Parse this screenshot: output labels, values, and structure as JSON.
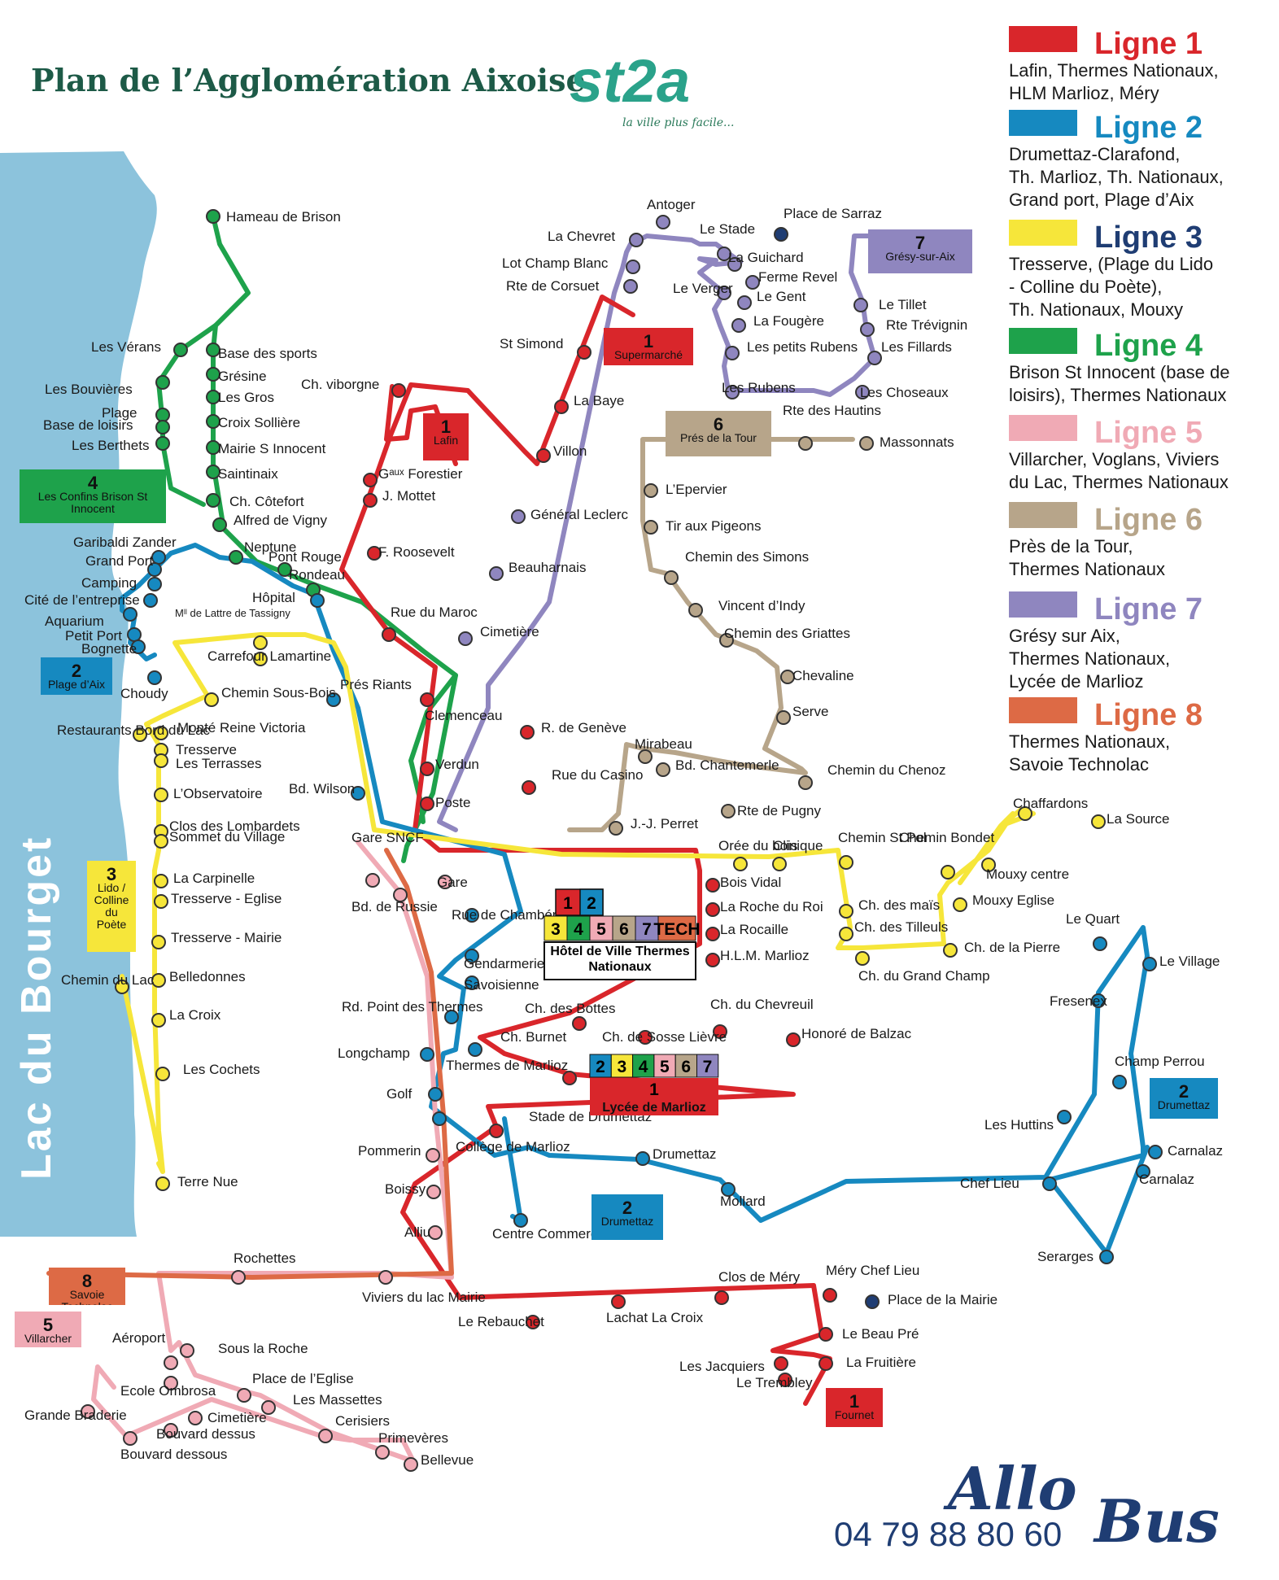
{
  "header": {
    "title": "Plan de l’Agglomération Aixoise",
    "logo_text": "st2a",
    "logo_slogan": "la ville plus facile..."
  },
  "lake": {
    "label": "Lac du Bourget"
  },
  "legend": [
    {
      "line": "Ligne 1",
      "color": "#d9262b",
      "desc": [
        "Lafin, Thermes Nationaux,",
        "HLM Marlioz, Méry"
      ]
    },
    {
      "line": "Ligne 2",
      "color": "#1689c0",
      "desc": [
        "Drumettaz-Clarafond,",
        "Th. Marlioz, Th. Nationaux,",
        "Grand port, Plage d’Aix"
      ]
    },
    {
      "line": "Ligne 3",
      "color": "#f6e63a",
      "desc": [
        "Tresserve, (Plage du Lido",
        "- Colline du Poète),",
        "Th. Nationaux, Mouxy"
      ]
    },
    {
      "line": "Ligne 4",
      "color": "#1ea24b",
      "desc": [
        "Brison St Innocent (base de",
        "loisirs), Thermes Nationaux"
      ]
    },
    {
      "line": "Ligne 5",
      "color": "#f0aab5",
      "desc": [
        "Villarcher, Voglans, Viviers",
        "du Lac, Thermes Nationaux"
      ]
    },
    {
      "line": "Ligne 6",
      "color": "#b7a58a",
      "desc": [
        "Près de la Tour,",
        "Thermes Nationaux"
      ]
    },
    {
      "line": "Ligne 7",
      "color": "#8f86bf",
      "desc": [
        "Grésy sur Aix,",
        "Thermes Nationaux,",
        "Lycée de Marlioz"
      ]
    },
    {
      "line": "Ligne 8",
      "color": "#dd6a45",
      "desc": [
        "Thermes Nationaux,",
        "Savoie Technolac"
      ]
    }
  ],
  "terminus": [
    {
      "num": "1",
      "name": "Supermarché",
      "color": "#d9262b"
    },
    {
      "num": "1",
      "name": "Lafin",
      "color": "#d9262b"
    },
    {
      "num": "1",
      "name": "Fournet",
      "color": "#d9262b"
    },
    {
      "num": "2",
      "name": "Plage d’Aix",
      "color": "#1689c0"
    },
    {
      "num": "2",
      "name": "Drumettaz",
      "color": "#1689c0"
    },
    {
      "num": "2",
      "name": "Drumettaz",
      "color": "#1689c0"
    },
    {
      "num": "3",
      "name": "Lido / Colline du Poète",
      "color": "#f6e63a"
    },
    {
      "num": "4",
      "name": "Les Confins Brison St Innocent",
      "color": "#1ea24b"
    },
    {
      "num": "5",
      "name": "Villarcher",
      "color": "#f0aab5"
    },
    {
      "num": "6",
      "name": "Prés de la Tour",
      "color": "#b7a58a"
    },
    {
      "num": "7",
      "name": "Grésy-sur-Aix",
      "color": "#8f86bf"
    },
    {
      "num": "8",
      "name": "Savoie Technolac",
      "color": "#dd6a45"
    }
  ],
  "hub": {
    "lines_top": [
      "1",
      "2"
    ],
    "lines_bottom": [
      "3",
      "4",
      "5",
      "6",
      "7",
      "TECH"
    ],
    "name": "Hôtel de Ville Thermes Nationaux"
  },
  "lycee": {
    "lines_top": [
      "2",
      "3",
      "4",
      "5",
      "6",
      "7"
    ],
    "num": "1",
    "name": "Lycée de Marlioz"
  },
  "stops": {
    "line4": [
      "Hameau de Brison",
      "Les Vérans",
      "Base des sports",
      "Grésine",
      "Les Gros",
      "Croix Sollière",
      "Mairie S Innocent",
      "Saintinaix",
      "Les Bouvières",
      "Plage",
      "Base de loisirs",
      "Les Berthets",
      "Ch. Côtefort",
      "Alfred de Vigny",
      "Neptune",
      "Pont Rouge",
      "Rondeau"
    ],
    "line2": [
      "Garibaldi Zander",
      "Grand Port",
      "Camping",
      "Cité de l’entreprise",
      "Aquarium",
      "Petit Port",
      "Bognette",
      "Choudy",
      "Hôpital",
      "Prés Riants",
      "Bd. Wilson",
      "Rue de Chambéry",
      "Gendarmerie",
      "Savoisienne",
      "Rd. Point des Thermes",
      "Thermes de Marlioz",
      "Longchamp",
      "Golf",
      "Stade de Drumettaz",
      "Drumettaz",
      "Mollard",
      "Chef Lieu",
      "Les Huttins",
      "Champ Perrou",
      "Fresenex",
      "Le Quart",
      "Le Village",
      "Carnalaz",
      "Carnalaz",
      "Serarges",
      "Centre Commercial"
    ],
    "line3": [
      "Mˡˡ de Lattre de Tassigny",
      "Carrefour Lamartine",
      "Chemin Sous-Bois",
      "Monté Reine Victoria",
      "Restaurants Bord du Lac",
      "Tresserve",
      "Les Terrasses",
      "L’Observatoire",
      "Clos des Lombardets",
      "Sommet du Village",
      "La Carpinelle",
      "Tresserve - Eglise",
      "Tresserve - Mairie",
      "Belledonnes",
      "La Croix",
      "Les Cochets",
      "Terre Nue",
      "Chemin du Lac",
      "Orée du bois",
      "Clinique",
      "Chemin St Pol",
      "Chemin Bondet",
      "Ch. des maïs",
      "Ch. des Tilleuls",
      "Ch. du Grand Champ",
      "Ch. de la Pierre",
      "Mouxy Eglise",
      "Mouxy centre",
      "Chaffardons",
      "La Source"
    ],
    "line1": [
      "St Simond",
      "La Baye",
      "Villon",
      "Ch. viborgne",
      "Gᵃᵘˣ Forestier",
      "J. Mottet",
      "F. Roosevelt",
      "Rue du Maroc",
      "Clemenceau",
      "R. de Genève",
      "Verdun",
      "Rue du Casino",
      "Poste",
      "Bois Vidal",
      "La Roche du Roi",
      "La Rocaille",
      "H.L.M. Marlioz",
      "Ch. des Bottes",
      "Ch. du Chevreuil",
      "Ch. de Sosse Lièvre",
      "Honoré de Balzac",
      "Ch. Burnet",
      "Collège de Marlioz",
      "Le Rebauchet",
      "Lachat La Croix",
      "Clos de Méry",
      "Méry Chef Lieu",
      "Le Beau Pré",
      "La Fruitière",
      "Les Jacquiers",
      "Le Trembley"
    ],
    "line7": [
      "Antoger",
      "La Chevret",
      "Lot Champ Blanc",
      "Rte de Corsuet",
      "Le Stade",
      "La Guichard",
      "Ferme Revel",
      "Le Verger",
      "Le Gent",
      "La Fougère",
      "Les petits Rubens",
      "Les Rubens",
      "Les Choseaux",
      "Les Fillards",
      "Rte Trévignin",
      "Le Tillet",
      "Général Leclerc",
      "Beauharnais",
      "Cimetière"
    ],
    "line6": [
      "Rte des Hautins",
      "Massonnats",
      "L’Epervier",
      "Tir aux Pigeons",
      "Chemin des Simons",
      "Vincent d’Indy",
      "Chemin des Griattes",
      "Chevaline",
      "Serve",
      "Chemin du Chenoz",
      "Rte de Pugny",
      "Bd. Chantemerle",
      "Mirabeau",
      "J.-J. Perret"
    ],
    "line5": [
      "Gare",
      "Gare SNCF",
      "Bd. de Russie",
      "Pommerin",
      "Boissy",
      "Alliu",
      "Rochettes",
      "Viviers du lac Mairie",
      "Aéroport",
      "Sous la Roche",
      "Ecole Ombrosa",
      "Place de l’Eglise",
      "Les Massettes",
      "Cimetière",
      "Cerisiers",
      "Primevères",
      "Bellevue",
      "Bouvard dessus",
      "Bouvard dessous",
      "Grande Braderie"
    ],
    "other": [
      "Place de Sarraz",
      "Place de la Mairie"
    ]
  },
  "footer": {
    "allo": "Allo",
    "bus": "Bus",
    "phone": "04 79 88 80 60"
  }
}
